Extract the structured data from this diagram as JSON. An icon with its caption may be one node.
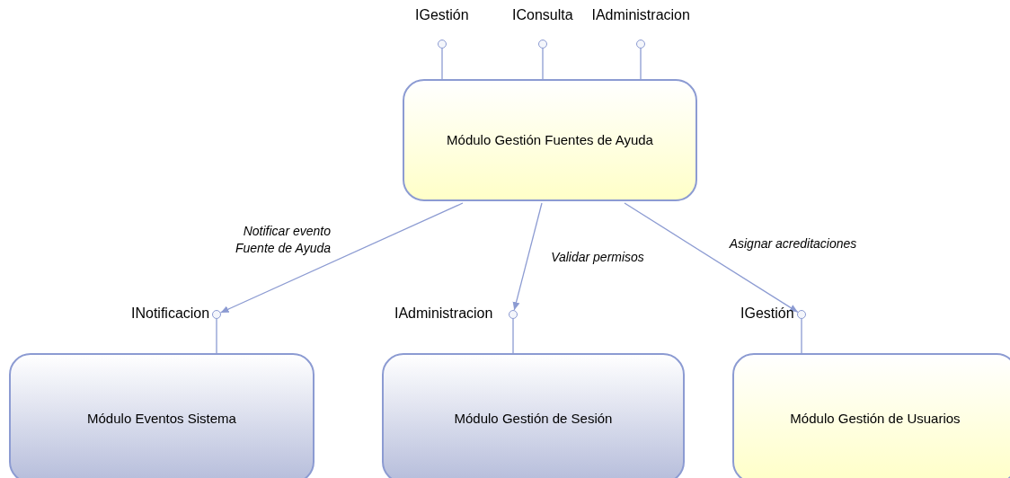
{
  "diagram": {
    "nodes": [
      {
        "text": [
          "Módulo Gestión Fuentes de Ayuda"
        ]
      },
      {
        "text": [],
        "shape": "circle",
        "beside": [
          "IGestión"
        ]
      },
      {
        "text": [],
        "shape": "circle",
        "beside": [
          "IConsulta"
        ]
      },
      {
        "text": [],
        "shape": "circle",
        "beside": [
          "IAdministracion"
        ]
      },
      {
        "text": [],
        "shape": "circle",
        "beside": [
          "INotificacion"
        ]
      },
      {
        "text": [],
        "shape": "circle",
        "beside": [
          "IAdministracion"
        ]
      },
      {
        "text": [],
        "shape": "circle",
        "beside": [
          "IGestión"
        ]
      },
      {
        "text": [
          "Módulo Eventos Sistema"
        ]
      },
      {
        "text": [
          "Módulo Gestión de Sesión"
        ]
      },
      {
        "text": [
          "Módulo Gestión de Usuarios"
        ]
      }
    ],
    "edges": [
      {
        "from": 1,
        "to": 0,
        "arrow": "none"
      },
      {
        "from": 2,
        "to": 0,
        "arrow": "none"
      },
      {
        "from": 3,
        "to": 0,
        "arrow": "none"
      },
      {
        "from": 0,
        "to": 4,
        "arrow": "to",
        "label": "Notificar evento Fuente de Ayuda"
      },
      {
        "from": 0,
        "to": 5,
        "arrow": "to",
        "label": "Validar permisos"
      },
      {
        "from": 0,
        "to": 6,
        "arrow": "to",
        "label": "Asignar acreditaciones"
      },
      {
        "from": 4,
        "to": 7,
        "arrow": "none"
      },
      {
        "from": 5,
        "to": 8,
        "arrow": "none"
      },
      {
        "from": 6,
        "to": 9,
        "arrow": "none"
      }
    ]
  }
}
